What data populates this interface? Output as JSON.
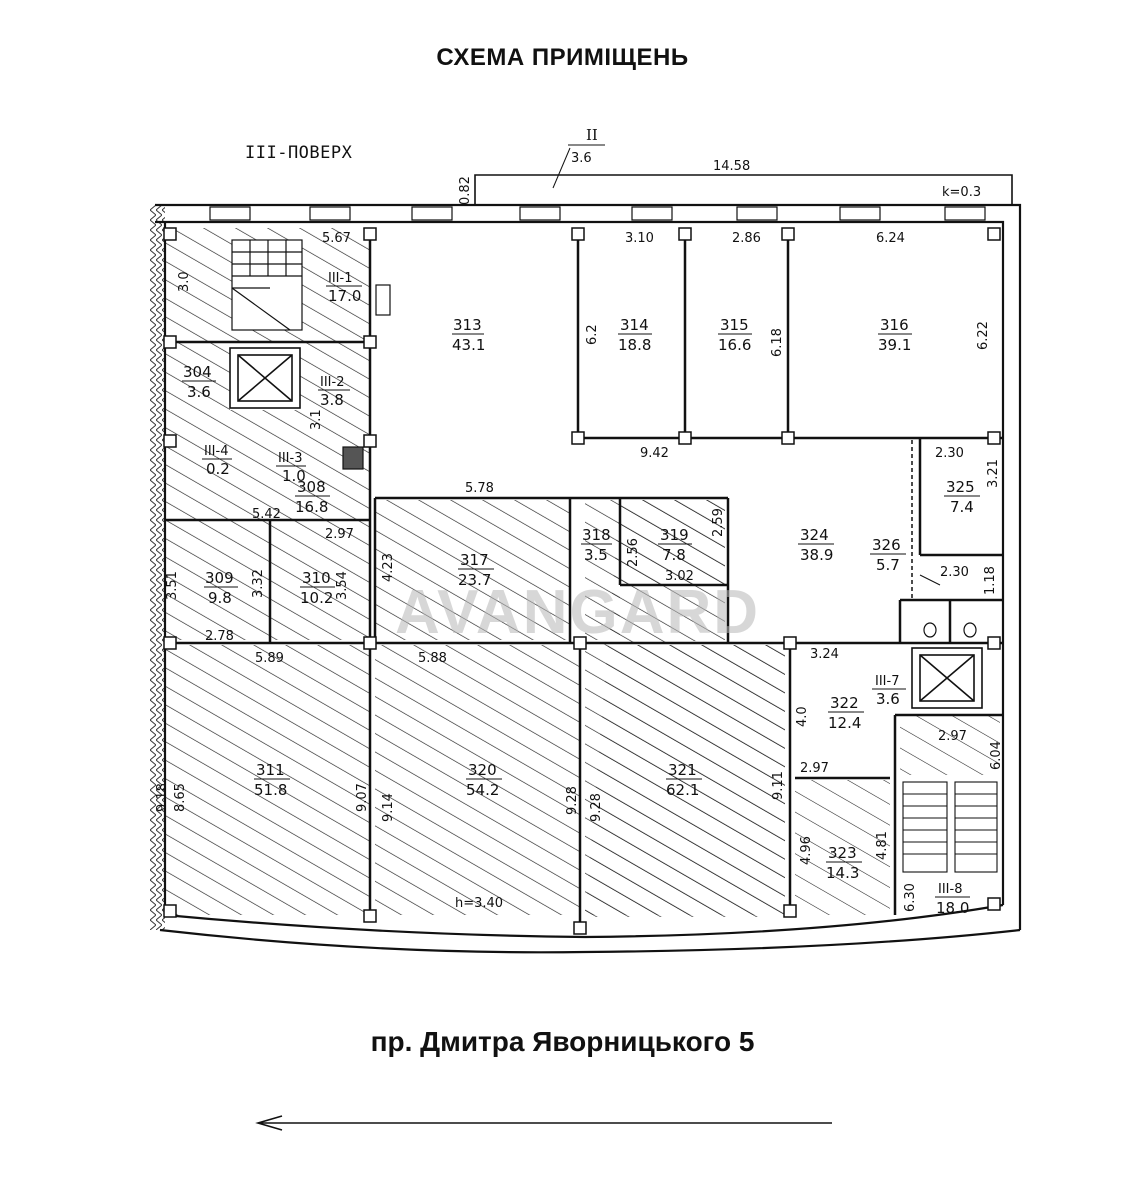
{
  "title": "СХЕМА ПРИМІЩЕНЬ",
  "floor": "III-ПОВЕРХ",
  "address": "пр. Дмитра Яворницького 5",
  "watermark": "AVANGARD",
  "balcony": {
    "number": "II",
    "area": "3.6"
  },
  "rooms": [
    {
      "id": "r313",
      "number": "313",
      "area": "43.1"
    },
    {
      "id": "r314",
      "number": "314",
      "area": "18.8"
    },
    {
      "id": "r315",
      "number": "315",
      "area": "16.6"
    },
    {
      "id": "r316",
      "number": "316",
      "area": "39.1"
    },
    {
      "id": "r304",
      "number": "304",
      "area": "3.6"
    },
    {
      "id": "r308",
      "number": "308",
      "area": "16.8"
    },
    {
      "id": "r309",
      "number": "309",
      "area": "9.8"
    },
    {
      "id": "r310",
      "number": "310",
      "area": "10.2"
    },
    {
      "id": "r317",
      "number": "317",
      "area": "23.7"
    },
    {
      "id": "r318",
      "number": "318",
      "area": "3.5"
    },
    {
      "id": "r319",
      "number": "319",
      "area": "7.8"
    },
    {
      "id": "r324",
      "number": "324",
      "area": "38.9"
    },
    {
      "id": "r325",
      "number": "325",
      "area": "7.4"
    },
    {
      "id": "r326",
      "number": "326",
      "area": "5.7"
    },
    {
      "id": "r311",
      "number": "311",
      "area": "51.8"
    },
    {
      "id": "r320",
      "number": "320",
      "area": "54.2"
    },
    {
      "id": "r321",
      "number": "321",
      "area": "62.1"
    },
    {
      "id": "r322",
      "number": "322",
      "area": "12.4"
    },
    {
      "id": "r323",
      "number": "323",
      "area": "14.3"
    },
    {
      "id": "rIII1",
      "number": "III-1",
      "area": "17.0"
    },
    {
      "id": "rIII2",
      "number": "III-2",
      "area": "3.8"
    },
    {
      "id": "rIII3",
      "number": "III-3",
      "area": "1.0"
    },
    {
      "id": "rIII4",
      "number": "III-4",
      "area": "0.2"
    },
    {
      "id": "rIII7",
      "number": "III-7",
      "area": "3.6"
    },
    {
      "id": "rIII8",
      "number": "III-8",
      "area": "18.0"
    }
  ],
  "dimensions": [
    "0.82",
    "14.58",
    "k=0.3",
    "5.67",
    "3.10",
    "2.86",
    "6.24",
    "3.0",
    "6.2",
    "6.18",
    "6.22",
    "9.42",
    "2.30",
    "3.21",
    "5.78",
    "3.1",
    "5.42",
    "2.97",
    "4.23",
    "2.56",
    "2.59",
    "3.02",
    "2.30",
    "1.18",
    "3.51",
    "3.32",
    "3.54",
    "2.78",
    "5.89",
    "5.88",
    "3.24",
    "4.0",
    "2.97",
    "6.04",
    "2.97",
    "9.18",
    "8.65",
    "9.07",
    "9.14",
    "9.28",
    "9.28",
    "9.11",
    "4.96",
    "4.81",
    "6.30",
    "h=3.40"
  ]
}
